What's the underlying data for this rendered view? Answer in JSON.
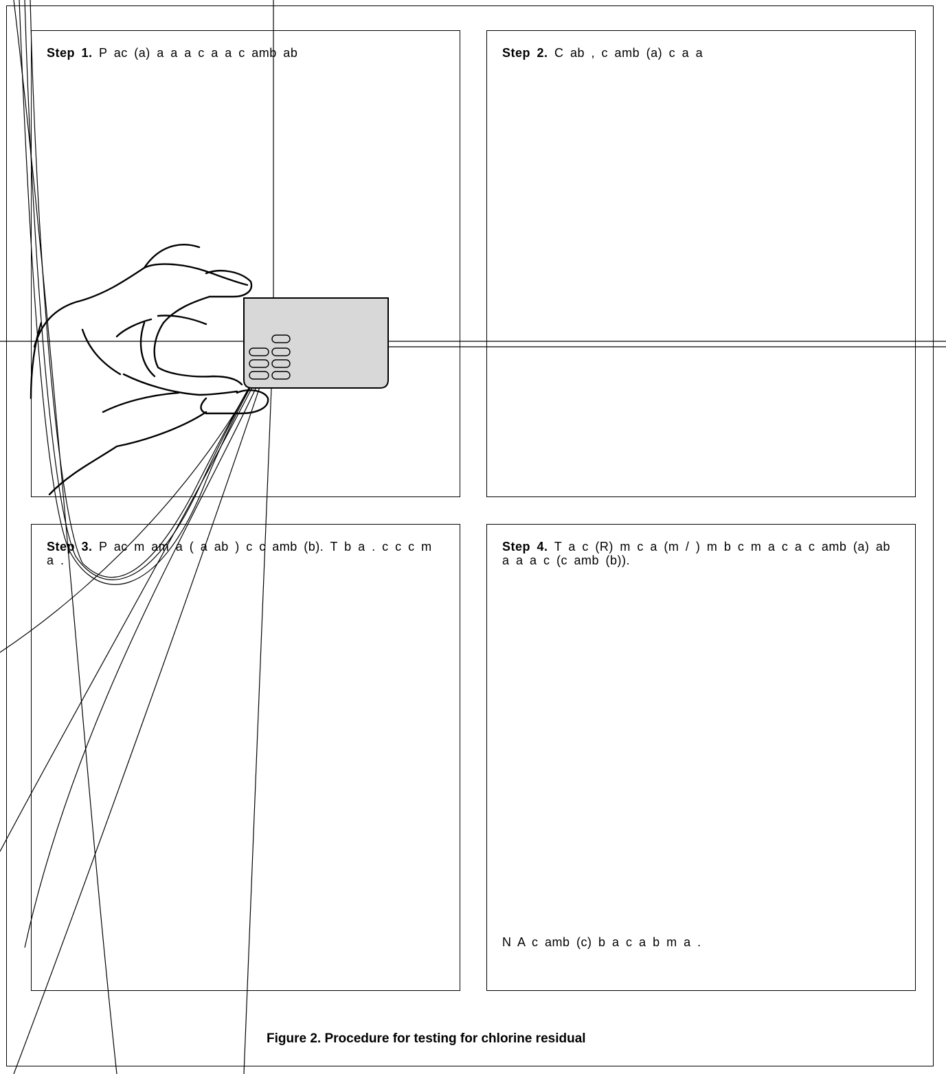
{
  "steps": [
    {
      "label": "Step 1.",
      "text": " P ac (a) a a a c a a c amb ab"
    },
    {
      "label": "Step 2.",
      "text": " C ab , c amb (a) c a a"
    },
    {
      "label": "Step 3.",
      "text": " P ac m am a ( a ab ) c c amb (b). T b a . c c c m a ."
    },
    {
      "label": "Step 4.",
      "text": " T a c (R) m c a (m / ) m b c m a c a c amb (a) ab a a a c (c amb (b))."
    }
  ],
  "note": "N A c amb (c) b a c a b m a .",
  "caption": "Figure 2. Procedure for testing for chlorine residual",
  "colors": {
    "comparator_fill": "#d8d8d8",
    "line": "#000000"
  }
}
